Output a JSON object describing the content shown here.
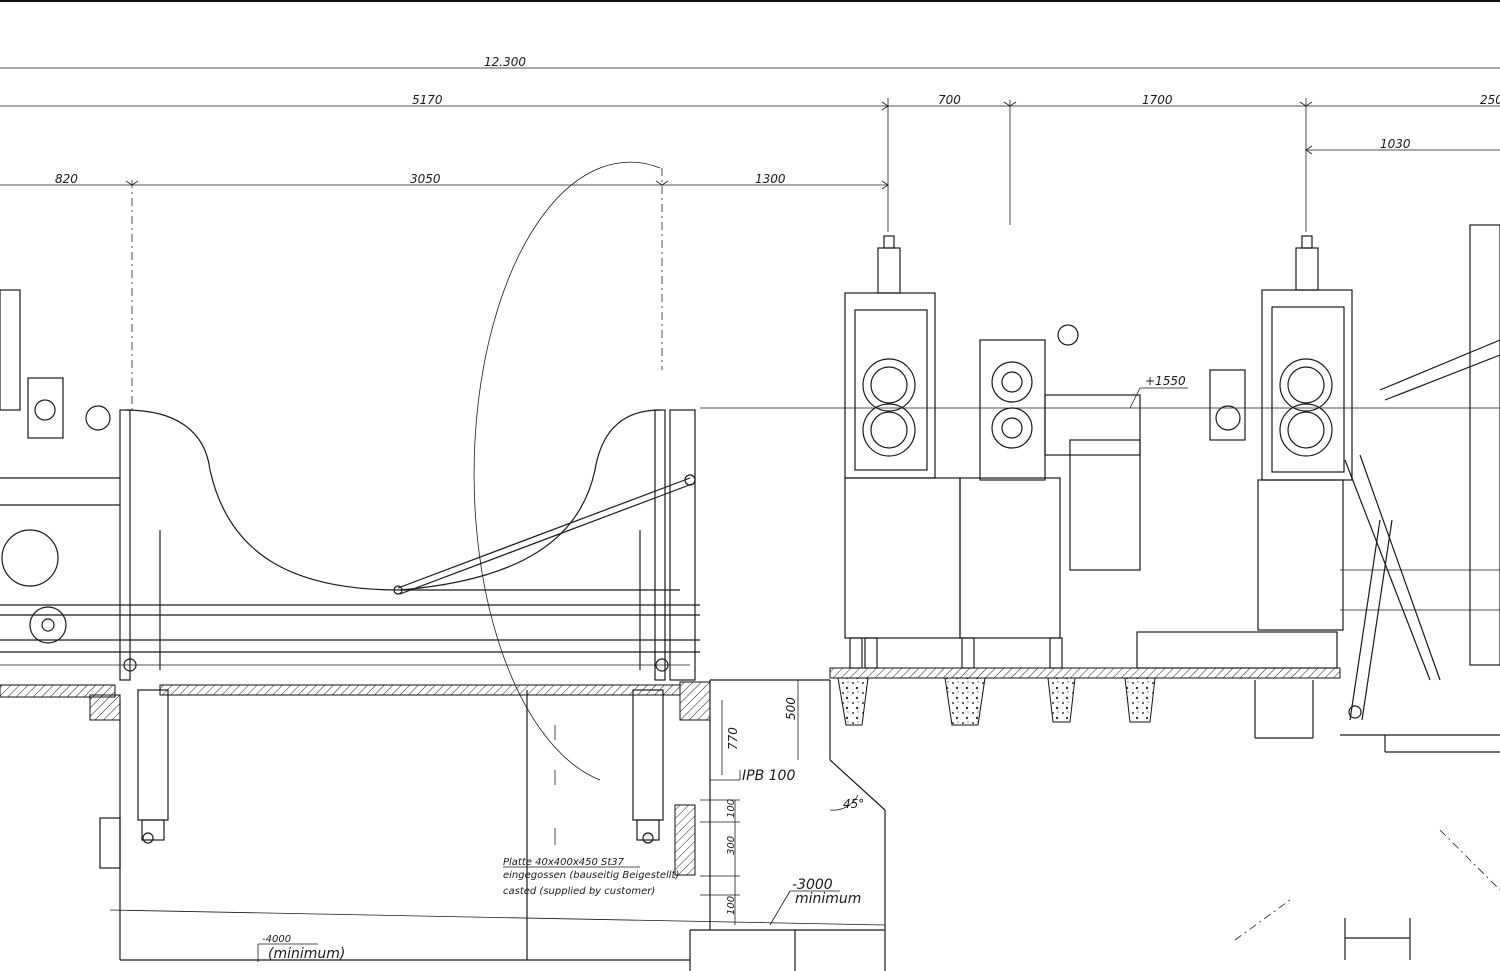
{
  "dimensions": {
    "overall": "12.300",
    "span_5170": "5170",
    "span_700": "700",
    "span_1700": "1700",
    "span_250": "250",
    "span_1030": "1030",
    "span_820": "820",
    "span_3050": "3050",
    "span_1300": "1300",
    "level_1550": "+1550",
    "height_500": "500",
    "height_770": "770",
    "height_100a": "100",
    "height_300": "300",
    "height_100b": "100",
    "angle": "45°"
  },
  "labels": {
    "beam": "IPB 100",
    "plate_line1": "Platte 40x400x450 St37",
    "plate_line2": "eingegossen (bauseitig Beigestellt)",
    "plate_line3": "casted (supplied by customer)",
    "level_3000": "-3000",
    "level_3000_note": "minimum",
    "level_4000": "-4000",
    "level_4000_note": "(minimum)"
  }
}
